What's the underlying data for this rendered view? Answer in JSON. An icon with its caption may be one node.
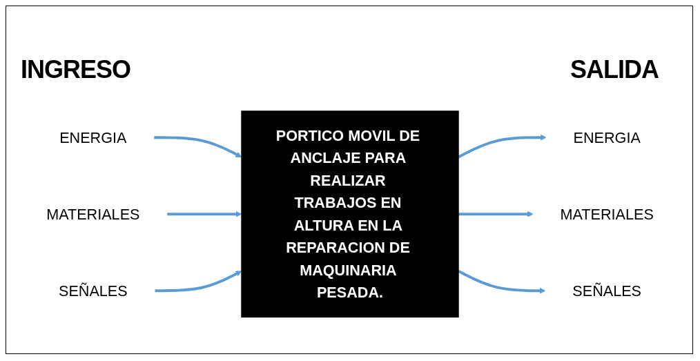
{
  "diagram": {
    "nodes": [
      {
        "text": [
          "ENERGIA"
        ]
      },
      {
        "text": [
          "MATERIALES"
        ]
      },
      {
        "text": [
          "SEÑALES"
        ]
      },
      {
        "text": [
          "PORTICO MOVIL DE ANCLAJE PARA REALIZAR TRABAJOS EN ALTURA EN LA REPARACION DE MAQUINARIA PESADA."
        ]
      },
      {
        "text": [
          "ENERGIA"
        ]
      },
      {
        "text": [
          "MATERIALES"
        ]
      },
      {
        "text": [
          "SEÑALES"
        ]
      }
    ],
    "edges": [
      {
        "from": 0,
        "to": 3,
        "arrow": "to"
      },
      {
        "from": 1,
        "to": 3,
        "arrow": "to"
      },
      {
        "from": 2,
        "to": 3,
        "arrow": "to"
      },
      {
        "from": 3,
        "to": 4,
        "arrow": "to"
      },
      {
        "from": 3,
        "to": 5,
        "arrow": "to"
      },
      {
        "from": 3,
        "to": 6,
        "arrow": "to"
      }
    ],
    "labels": [
      "INGRESO",
      "SALIDA"
    ]
  }
}
